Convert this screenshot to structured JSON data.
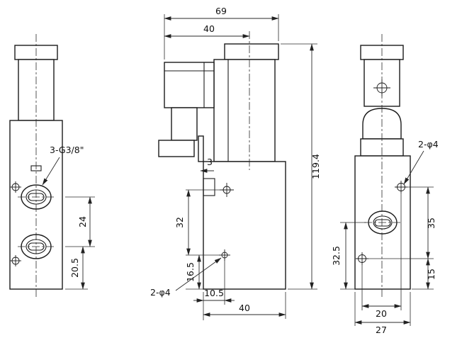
{
  "drawing": {
    "views": {
      "left": {
        "labels": {
          "ports": "3-G3/8\""
        },
        "dims": {
          "port_spacing": "24",
          "port_to_bottom": "20.5"
        }
      },
      "front": {
        "labels": {
          "holes": "2-φ4"
        },
        "dims": {
          "overall_width": "69",
          "solenoid_axis": "40",
          "overall_height": "119.4",
          "step": "3",
          "hole_spacing": "32",
          "hole_to_bottom": "16.5",
          "hole_offset": "10.5",
          "body_width": "40"
        }
      },
      "right": {
        "labels": {
          "holes": "2-φ4"
        },
        "dims": {
          "hole_spacing_vertical": "35",
          "hole_to_bottom": "15",
          "port_to_bottom": "32.5",
          "hole_spacing_horizontal": "20",
          "body_width": "27"
        }
      }
    }
  }
}
